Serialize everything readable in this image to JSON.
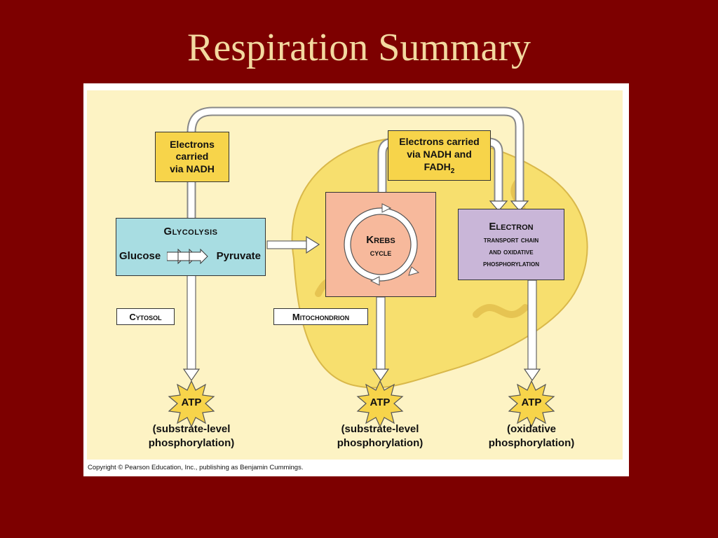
{
  "slide": {
    "title": "Respiration Summary"
  },
  "diagram": {
    "nadh_box": [
      "Electrons",
      "carried",
      "via NADH"
    ],
    "nadh_fadh_box": {
      "line1": "Electrons carried",
      "line2": "via NADH and",
      "line3": "FADH",
      "line3_sub": "2"
    },
    "glycolysis": {
      "title": "Glycolysis",
      "input": "Glucose",
      "output": "Pyruvate"
    },
    "krebs": {
      "line1": "Krebs",
      "line2": "cycle"
    },
    "etc": {
      "line1": "Electron",
      "line2": "transport chain",
      "line3": "and oxidative",
      "line4": "phosphorylation"
    },
    "region_labels": {
      "cytosol": "Cytosol",
      "mitochondrion": "Mitochondrion"
    },
    "atp_outputs": [
      {
        "label": "ATP",
        "caption_line1": "(substrate-level",
        "caption_line2": "phosphorylation)"
      },
      {
        "label": "ATP",
        "caption_line1": "(substrate-level",
        "caption_line2": "phosphorylation)"
      },
      {
        "label": "ATP",
        "caption_line1": "(oxidative",
        "caption_line2": "phosphorylation)"
      }
    ],
    "copyright": "Copyright © Pearson Education, Inc., publishing as Benjamin Cummings."
  },
  "colors": {
    "background": "#7d0000",
    "title": "#f3d9a0",
    "panel": "#fdf3c4",
    "mitochondrion": "#f7df6e",
    "nadh_boxes": "#f7d44a",
    "glycolysis": "#a8dde2",
    "krebs": "#f7b99c",
    "etc": "#c9b6d8",
    "atp_star": "#f7d44a"
  }
}
